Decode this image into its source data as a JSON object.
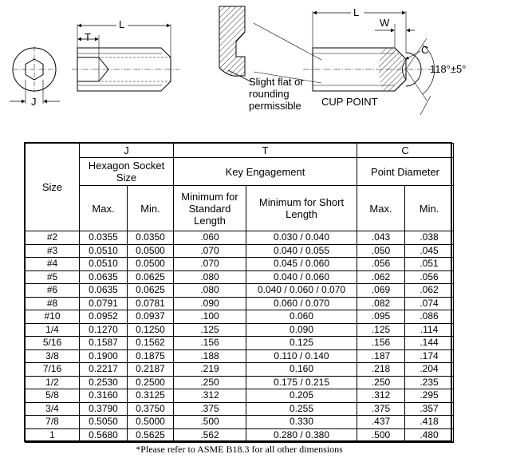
{
  "drawing": {
    "labels": {
      "L_left": "L",
      "T": "T",
      "J": "J",
      "L_right": "L",
      "W": "W",
      "C": "C",
      "angle": "118°±5°",
      "flat_note": [
        "Slight flat or",
        "rounding",
        "permissible"
      ],
      "cup_point": "CUP POINT"
    }
  },
  "table": {
    "group_headers": {
      "size": "Size",
      "j": "J",
      "t": "T",
      "c": "C"
    },
    "sub_headers": {
      "hex_socket": "Hexagon Socket Size",
      "key_engagement": "Key Engagement",
      "point_diameter": "Point Diameter"
    },
    "leaf_headers": {
      "j_max": "Max.",
      "j_min": "Min.",
      "t_standard": "Minimum for Standard Length",
      "t_short": "Minimum for Short Length",
      "c_max": "Max.",
      "c_min": "Min."
    },
    "rows": [
      [
        "#2",
        "0.0355",
        "0.0350",
        ".060",
        "0.030 / 0.040",
        ".043",
        ".038"
      ],
      [
        "#3",
        "0.0510",
        "0.0500",
        ".070",
        "0.040 / 0.055",
        ".050",
        ".045"
      ],
      [
        "#4",
        "0.0510",
        "0.0500",
        ".070",
        "0.045 / 0.060",
        ".056",
        ".051"
      ],
      [
        "#5",
        "0.0635",
        "0.0625",
        ".080",
        "0.040 / 0.060",
        ".062",
        ".056"
      ],
      [
        "#6",
        "0.0635",
        "0.0625",
        ".080",
        "0.040 / 0.060 / 0.070",
        ".069",
        ".062"
      ],
      [
        "#8",
        "0.0791",
        "0.0781",
        ".090",
        "0.060 / 0.070",
        ".082",
        ".074"
      ],
      [
        "#10",
        "0.0952",
        "0.0937",
        ".100",
        "0.060",
        ".095",
        ".086"
      ],
      [
        "1/4",
        "0.1270",
        "0.1250",
        ".125",
        "0.090",
        ".125",
        ".114"
      ],
      [
        "5/16",
        "0.1587",
        "0.1562",
        ".156",
        "0.125",
        ".156",
        ".144"
      ],
      [
        "3/8",
        "0.1900",
        "0.1875",
        ".188",
        "0.110 / 0.140",
        ".187",
        ".174"
      ],
      [
        "7/16",
        "0.2217",
        "0.2187",
        ".219",
        "0.160",
        ".218",
        ".204"
      ],
      [
        "1/2",
        "0.2530",
        "0.2500",
        ".250",
        "0.175 / 0.215",
        ".250",
        ".235"
      ],
      [
        "5/8",
        "0.3160",
        "0.3125",
        ".312",
        "0.205",
        ".312",
        ".295"
      ],
      [
        "3/4",
        "0.3790",
        "0.3750",
        ".375",
        "0.255",
        ".375",
        ".357"
      ],
      [
        "7/8",
        "0.5050",
        "0.5000",
        ".500",
        "0.330",
        ".437",
        ".418"
      ],
      [
        "1",
        "0.5680",
        "0.5625",
        ".562",
        "0.280 / 0.380",
        ".500",
        ".480"
      ]
    ]
  },
  "footnote": "*Please refer to ASME B18.3 for all other dimensions"
}
